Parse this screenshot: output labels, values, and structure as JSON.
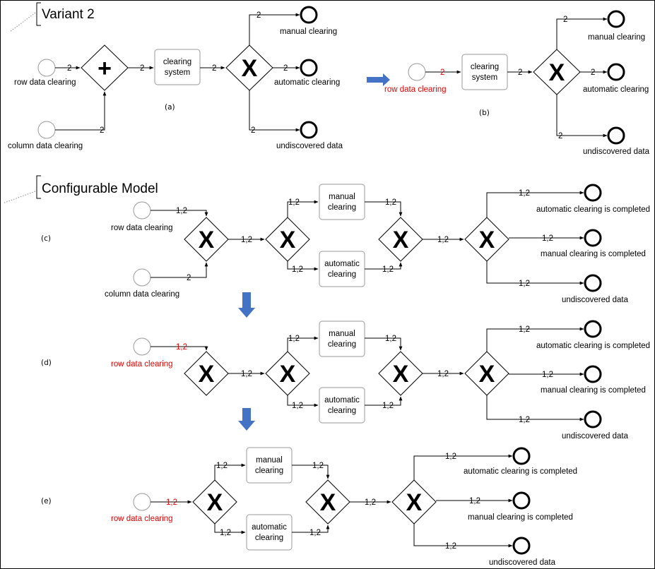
{
  "sections": {
    "variant2": "Variant 2",
    "configurable": "Configurable  Model"
  },
  "captions": {
    "a": "(a)",
    "b": "(b)",
    "c": "(c)",
    "d": "(d)",
    "e": "(e)"
  },
  "colors": {
    "highlight": "#e00000",
    "arrow": "#4472c4"
  },
  "diagrams": {
    "a": {
      "start_row": "row data clearing",
      "start_col": "column data clearing",
      "task": [
        "clearing",
        "system"
      ],
      "end_top": "manual clearing",
      "end_mid": "automatic clearing",
      "end_bot": "undiscovered data",
      "edges": [
        "2",
        "2",
        "2",
        "2",
        "2",
        "2",
        "2"
      ]
    },
    "b": {
      "start_row": "row data clearing",
      "task": [
        "clearing",
        "system"
      ],
      "end_top": "manual clearing",
      "end_mid": "automatic clearing",
      "end_bot": "undiscovered data",
      "edge_start": "2",
      "edges": [
        "2",
        "2",
        "2",
        "2"
      ]
    },
    "c": {
      "start_row": "row data clearing",
      "start_col": "column data clearing",
      "task_manual": [
        "manual",
        "clearing"
      ],
      "task_auto": [
        "automatic",
        "clearing"
      ],
      "end_1": "automatic clearing is completed",
      "end_2": "manual  clearing is completed",
      "end_3": "undiscovered data",
      "edge_row": "1,2",
      "edge_col": "2",
      "edge": "1,2"
    },
    "d": {
      "start_row": "row data clearing",
      "task_manual": [
        "manual",
        "clearing"
      ],
      "task_auto": [
        "automatic",
        "clearing"
      ],
      "end_1": "automatic clearing is completed",
      "end_2": "manual  clearing is completed",
      "end_3": "undiscovered data",
      "edge_row": "1,2",
      "edge": "1,2"
    },
    "e": {
      "start_row": "row data clearing",
      "task_manual": [
        "manual",
        "clearing"
      ],
      "task_auto": [
        "automatic",
        "clearing"
      ],
      "end_1": "automatic clearing is completed",
      "end_2": "manual  clearing is completed",
      "end_3": "undiscovered data",
      "edge_row": "1,2",
      "edge": "1,2"
    }
  },
  "symbols": {
    "parallel": "+",
    "exclusive": "X"
  }
}
